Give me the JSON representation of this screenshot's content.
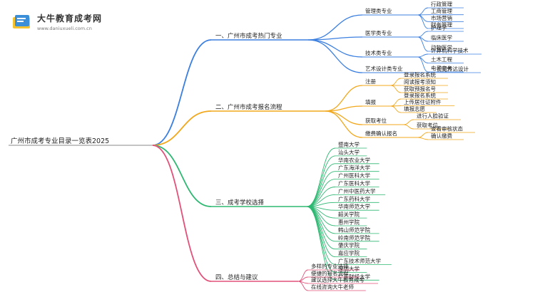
{
  "brand": {
    "name": "大牛教育成考网",
    "domain": "www.daniuxueli.com.cn"
  },
  "colors": {
    "blue": "#3b7fe0",
    "orange": "#f2a81d",
    "green": "#2eb872",
    "pink": "#e2517a"
  },
  "root": "广州市成考专业目录一览表2025",
  "sections": [
    {
      "label": "一、广州市成考热门专业",
      "groups": [
        {
          "label": "管理类专业",
          "items": [
            "行政管理",
            "工商管理",
            "市场营销",
            "财务管理"
          ]
        },
        {
          "label": "医学类专业",
          "items": [
            "护理学",
            "临床医学",
            "动物医学"
          ]
        },
        {
          "label": "技术类专业",
          "items": [
            "计算机科学技术",
            "土木工程",
            "电子商务"
          ]
        },
        {
          "label": "艺术设计类专业",
          "items": [
            "视觉传达设计"
          ]
        }
      ]
    },
    {
      "label": "二、广州市成考报名流程",
      "groups": [
        {
          "label": "注册",
          "items": [
            "登录报名系统",
            "阅读报考须知",
            "获取预报名号"
          ]
        },
        {
          "label": "填报",
          "items": [
            "登录报名系统",
            "上传居住证附件",
            "填报志愿"
          ]
        },
        {
          "label": "获取考位",
          "items": [
            "进行人脸验证",
            "获取考位"
          ]
        },
        {
          "label": "缴费确认报名",
          "items": [
            "查看审核状态",
            "确认缴费"
          ]
        }
      ]
    },
    {
      "label": "三、成考学校选择",
      "items": [
        "暨南大学",
        "汕头大学",
        "华南农业大学",
        "广东海洋大学",
        "广州医科大学",
        "广东医科大学",
        "广州中医药大学",
        "广东药科大学",
        "华南师范大学",
        "韶关学院",
        "惠州学院",
        "韩山师范学院",
        "岭南师范学院",
        "肇庆学院",
        "嘉应学院",
        "广东技术师范大学",
        "深圳大学",
        "广东财经大学"
      ]
    },
    {
      "label": "四、总结与建议",
      "items": [
        "多样的专业选择",
        "便捷的报名流程",
        "建议选择大牛教育成考",
        "在线咨询大牛老师"
      ]
    }
  ]
}
